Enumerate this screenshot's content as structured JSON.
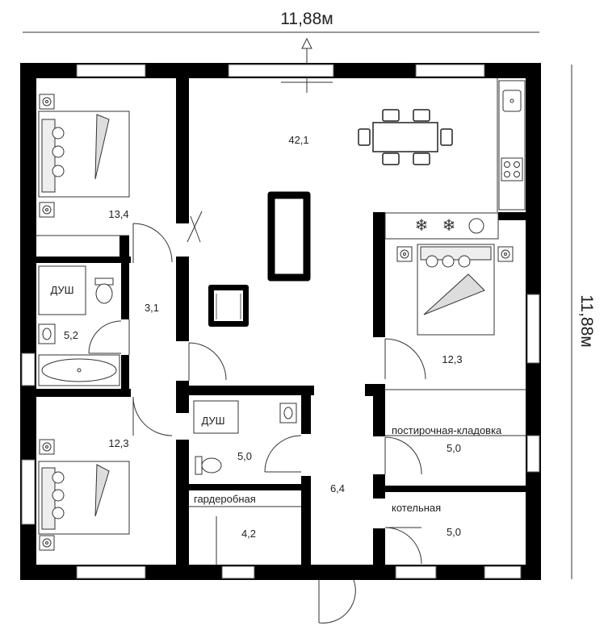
{
  "dimensions": {
    "width_label": "11,88м",
    "height_label": "11,88м"
  },
  "rooms": {
    "living_kitchen": {
      "area": "42,1"
    },
    "bedroom_top_left": {
      "area": "13,4"
    },
    "bedroom_right": {
      "area": "12,3"
    },
    "bedroom_bottom_left": {
      "area": "12,3"
    },
    "hall_small": {
      "area": "3,1"
    },
    "bath_left": {
      "name": "ДУШ",
      "area": "5,2"
    },
    "bath_center": {
      "name": "ДУШ",
      "area": "5,0"
    },
    "corridor": {
      "area": "6,4"
    },
    "wardrobe": {
      "name": "гардеробная",
      "area": "4,2"
    },
    "laundry_storage": {
      "name": "постирочная-кладовка",
      "area": "5,0"
    },
    "boiler": {
      "name": "котельная",
      "area": "5,0"
    }
  },
  "icons": [
    "north-arrow-icon",
    "bed-icon",
    "sofa-icon",
    "armchair-icon",
    "dining-table-icon",
    "chair-icon",
    "sink-icon",
    "stove-icon",
    "toilet-icon",
    "bathtub-icon",
    "washing-machine-icon",
    "nightstand-lamp-icon",
    "door-swing-icon",
    "window-icon"
  ],
  "colors": {
    "wall": "#000000",
    "line": "#333333",
    "background": "#ffffff"
  }
}
